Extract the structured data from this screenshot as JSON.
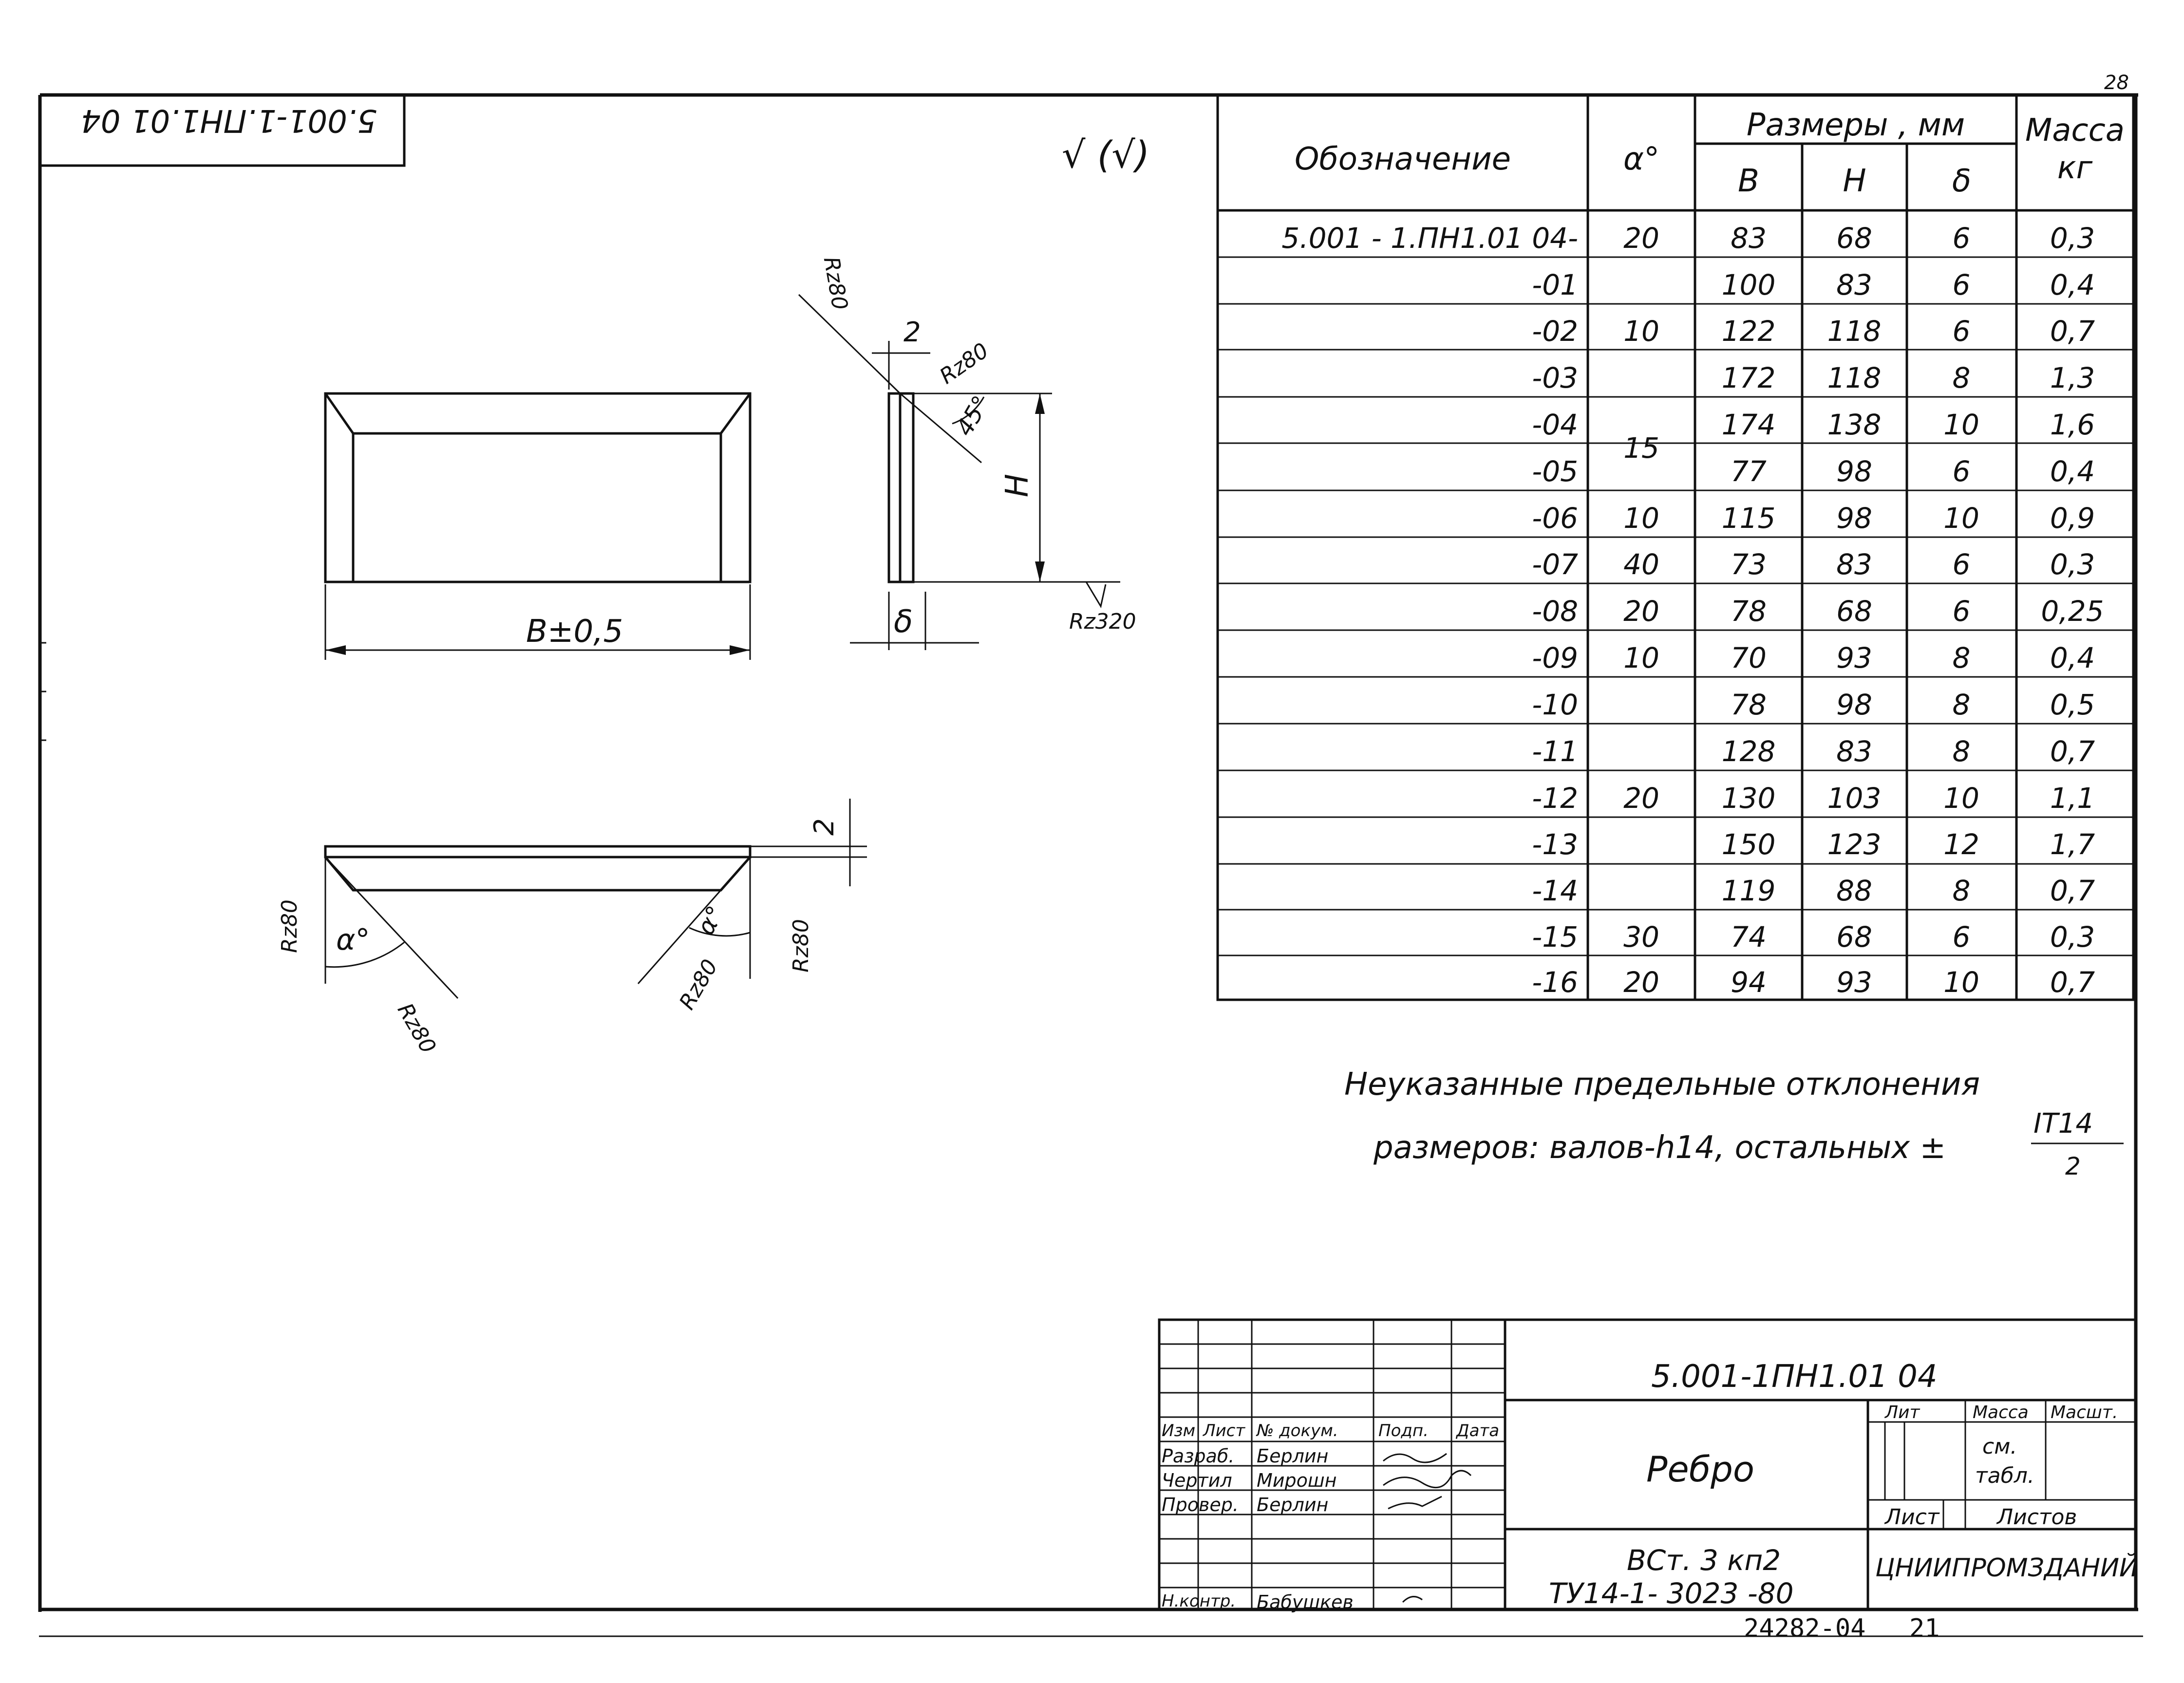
{
  "sheet_stamp": "5.001-1.ПН1.01 04",
  "corner_mark": "28",
  "roughness_symbol": "√ (√)",
  "drawing": {
    "dim_width": "B±0,5",
    "dim_height": "H",
    "dim_thickness": "δ",
    "dim_chamfer": "2",
    "dim_bottom_chamfer": "2",
    "angle_45": "45°",
    "angle_alpha": "α°",
    "angle_alpha2": "α°",
    "rz_labels": [
      "Rz80",
      "Rz80",
      "Rz320",
      "Rz80",
      "Rz80",
      "Rz80",
      "Rz80"
    ]
  },
  "table": {
    "headers": {
      "designation": "Обозначение",
      "alpha": "α°",
      "dimensions": "Размеры , мм",
      "b": "B",
      "h": "H",
      "delta": "δ",
      "mass": "Масса кг"
    },
    "base_code": "5.001 - 1.ПН1.01 04-",
    "rows": [
      {
        "code": "",
        "alpha": "20",
        "b": "83",
        "h": "68",
        "d": "6",
        "m": "0,3"
      },
      {
        "code": "-01",
        "alpha": "",
        "b": "100",
        "h": "83",
        "d": "6",
        "m": "0,4"
      },
      {
        "code": "-02",
        "alpha": "10",
        "b": "122",
        "h": "118",
        "d": "6",
        "m": "0,7"
      },
      {
        "code": "-03",
        "alpha": "",
        "b": "172",
        "h": "118",
        "d": "8",
        "m": "1,3"
      },
      {
        "code": "-04",
        "alpha": "",
        "b": "174",
        "h": "138",
        "d": "10",
        "m": "1,6"
      },
      {
        "code": "-05",
        "alpha": "15",
        "b": "77",
        "h": "98",
        "d": "6",
        "m": "0,4"
      },
      {
        "code": "-06",
        "alpha": "10",
        "b": "115",
        "h": "98",
        "d": "10",
        "m": "0,9"
      },
      {
        "code": "-07",
        "alpha": "40",
        "b": "73",
        "h": "83",
        "d": "6",
        "m": "0,3"
      },
      {
        "code": "-08",
        "alpha": "20",
        "b": "78",
        "h": "68",
        "d": "6",
        "m": "0,25"
      },
      {
        "code": "-09",
        "alpha": "10",
        "b": "70",
        "h": "93",
        "d": "8",
        "m": "0,4"
      },
      {
        "code": "-10",
        "alpha": "",
        "b": "78",
        "h": "98",
        "d": "8",
        "m": "0,5"
      },
      {
        "code": "-11",
        "alpha": "",
        "b": "128",
        "h": "83",
        "d": "8",
        "m": "0,7"
      },
      {
        "code": "-12",
        "alpha": "20",
        "b": "130",
        "h": "103",
        "d": "10",
        "m": "1,1"
      },
      {
        "code": "-13",
        "alpha": "",
        "b": "150",
        "h": "123",
        "d": "12",
        "m": "1,7"
      },
      {
        "code": "-14",
        "alpha": "",
        "b": "119",
        "h": "88",
        "d": "8",
        "m": "0,7"
      },
      {
        "code": "-15",
        "alpha": "30",
        "b": "74",
        "h": "68",
        "d": "6",
        "m": "0,3"
      },
      {
        "code": "-16",
        "alpha": "20",
        "b": "94",
        "h": "93",
        "d": "10",
        "m": "0,7"
      }
    ]
  },
  "notes": {
    "line1": "Неуказанные предельные отклонения",
    "line2": "размеров: валов-h14, остальных ±",
    "frac_top": "IT14",
    "frac_bottom": "2"
  },
  "title_block": {
    "doc_code": "5.001-1ПН1.01 04",
    "part_name": "Ребро",
    "material_line1": "ВСт. 3 кп2",
    "material_line2": "ТУ14-1- 3023 -80",
    "lit_label": "Лит",
    "mass_label": "Масса",
    "scale_label": "Масшт.",
    "mass_value_line1": "см.",
    "mass_value_line2": "табл.",
    "sheet_label": "Лист",
    "sheets_label": "Листов",
    "organization": "ЦНИИПРОМЗДАНИЙ",
    "col_headers": [
      "Изм",
      "Лист",
      "№ докум.",
      "Подп.",
      "Дата"
    ],
    "roles": [
      {
        "role": "Разраб.",
        "name": "Берлин"
      },
      {
        "role": "Чертил",
        "name": "Мирошн"
      },
      {
        "role": "Провер.",
        "name": "Берлин"
      },
      {
        "role": "Н.контр.",
        "name": "Бабушкев"
      }
    ]
  },
  "footer": {
    "archive_number": "24282-04",
    "page_number": "21"
  }
}
